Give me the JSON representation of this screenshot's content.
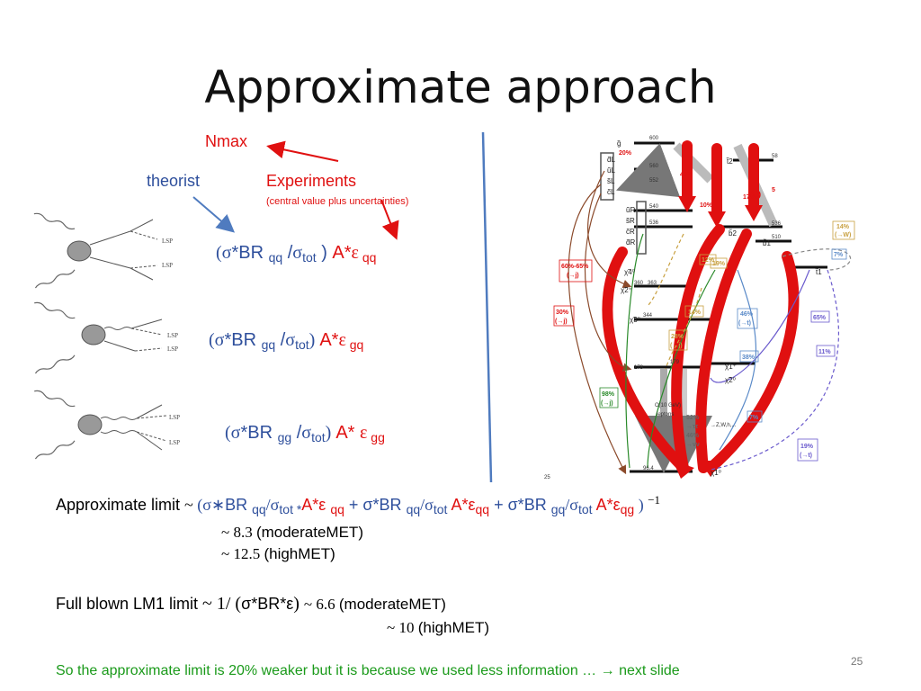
{
  "title": "Approximate approach",
  "labels": {
    "nmax": "Nmax",
    "theorist": "theorist",
    "experiments": "Experiments",
    "experiments_note": "(central value plus uncertainties)"
  },
  "formulas": {
    "qq": {
      "open": "(",
      "sigma": "σ",
      "br": "*BR ",
      "sub_br": "qq",
      "slash": " /",
      "sigma2": "σ",
      "sub_tot": "tot",
      "close": " ) ",
      "a": "A*",
      "eps": "ε",
      "sub_eps": " qq"
    },
    "gq": {
      "open": "(",
      "sigma": "σ",
      "br": "*BR ",
      "sub_br": "gq",
      "slash": " /",
      "sigma2": "σ",
      "sub_tot": "tot",
      "close": ") ",
      "a": "A*",
      "eps": "ε",
      "sub_eps": " gq"
    },
    "gg": {
      "open": "(",
      "sigma": "σ",
      "br": "*BR ",
      "sub_br": "gg",
      "slash": " /",
      "sigma2": "σ",
      "sub_tot": "tot",
      "close": ")  ",
      "a": "A* ",
      "eps": "ε",
      "sub_eps": " gg"
    }
  },
  "approx": {
    "label": "Approximate limit ",
    "sim": "~ ",
    "open": "(σ∗",
    "br1": "BR ",
    "sub1": "qq",
    "slash1": "/σ",
    "tot1": "tot *",
    "a1": "A*ε ",
    "sub_a1": "qq",
    "plus1": " + σ*BR ",
    "sub2": "qq",
    "slash2": "/σ",
    "tot2": "tot",
    "a2": " A*ε",
    "sub_a2": "qq",
    "plus2": " + σ*BR ",
    "sub3": "gq",
    "slash3": "/σ",
    "tot3": "tot",
    "a3": " A*ε",
    "sub_a3": "qg",
    "close": " ) ",
    "exp": "−1",
    "v1_sim": "~ 8.3 ",
    "v1_label": "(moderateMET)",
    "v2_sim": "~ 12.5  ",
    "v2_label": "(highMET)"
  },
  "full": {
    "label": "Full blown LM1 limit ",
    "sim": "~ 1/ (",
    "sigma": "σ*BR*ε",
    "close": ") ",
    "v1_sim": "~ 6.6 ",
    "v1_label": "(moderateMET)",
    "v2_sim": "~ 10 ",
    "v2_label": "(highMET)"
  },
  "conclusion": "So the approximate limit is 20% weaker but it is because we used less information … ",
  "conclusion_arrow": "→",
  "conclusion_tail": " next slide",
  "page_number": "25",
  "diagram": {
    "percent_labels": [
      "20%",
      "48%",
      "10%",
      "17%",
      "14%\n(→W)",
      "7%",
      "12%",
      "19%",
      "60%-65%\n(→j)",
      "30%\n(→j)",
      "14%",
      "28%\n(→j)",
      "46%\n(→t)",
      "65%",
      "38%",
      "11%",
      "98%\n(→j)",
      "52%\n→ττ\n46%\n→νν",
      "7%",
      "19%\n(→t)"
    ],
    "mass_labels": [
      "600",
      "560",
      "552",
      "540",
      "536",
      "510",
      "363",
      "360",
      "344",
      "179",
      "178",
      "96.4",
      "58",
      "536"
    ],
    "small_text": [
      "O(10 GeV)\nleptons",
      "→Z,W,h,...",
      "25"
    ],
    "particle_labels": [
      "g̃",
      "d̃L",
      "ũL",
      "s̃L",
      "c̃L",
      "ũR",
      "s̃R",
      "c̃R",
      "d̃R",
      "χ̃4⁰",
      "χ̃2⁺",
      "χ̃3⁰",
      "χ̃1⁺",
      "χ̃2⁰",
      "χ̃1⁰",
      "t̃2",
      "b̃2",
      "b̃1",
      "t̃1"
    ]
  },
  "colors": {
    "red": "#e01010",
    "blue": "#2e4f9c",
    "green": "#1a9a1a",
    "divider": "#4f7bbf"
  }
}
